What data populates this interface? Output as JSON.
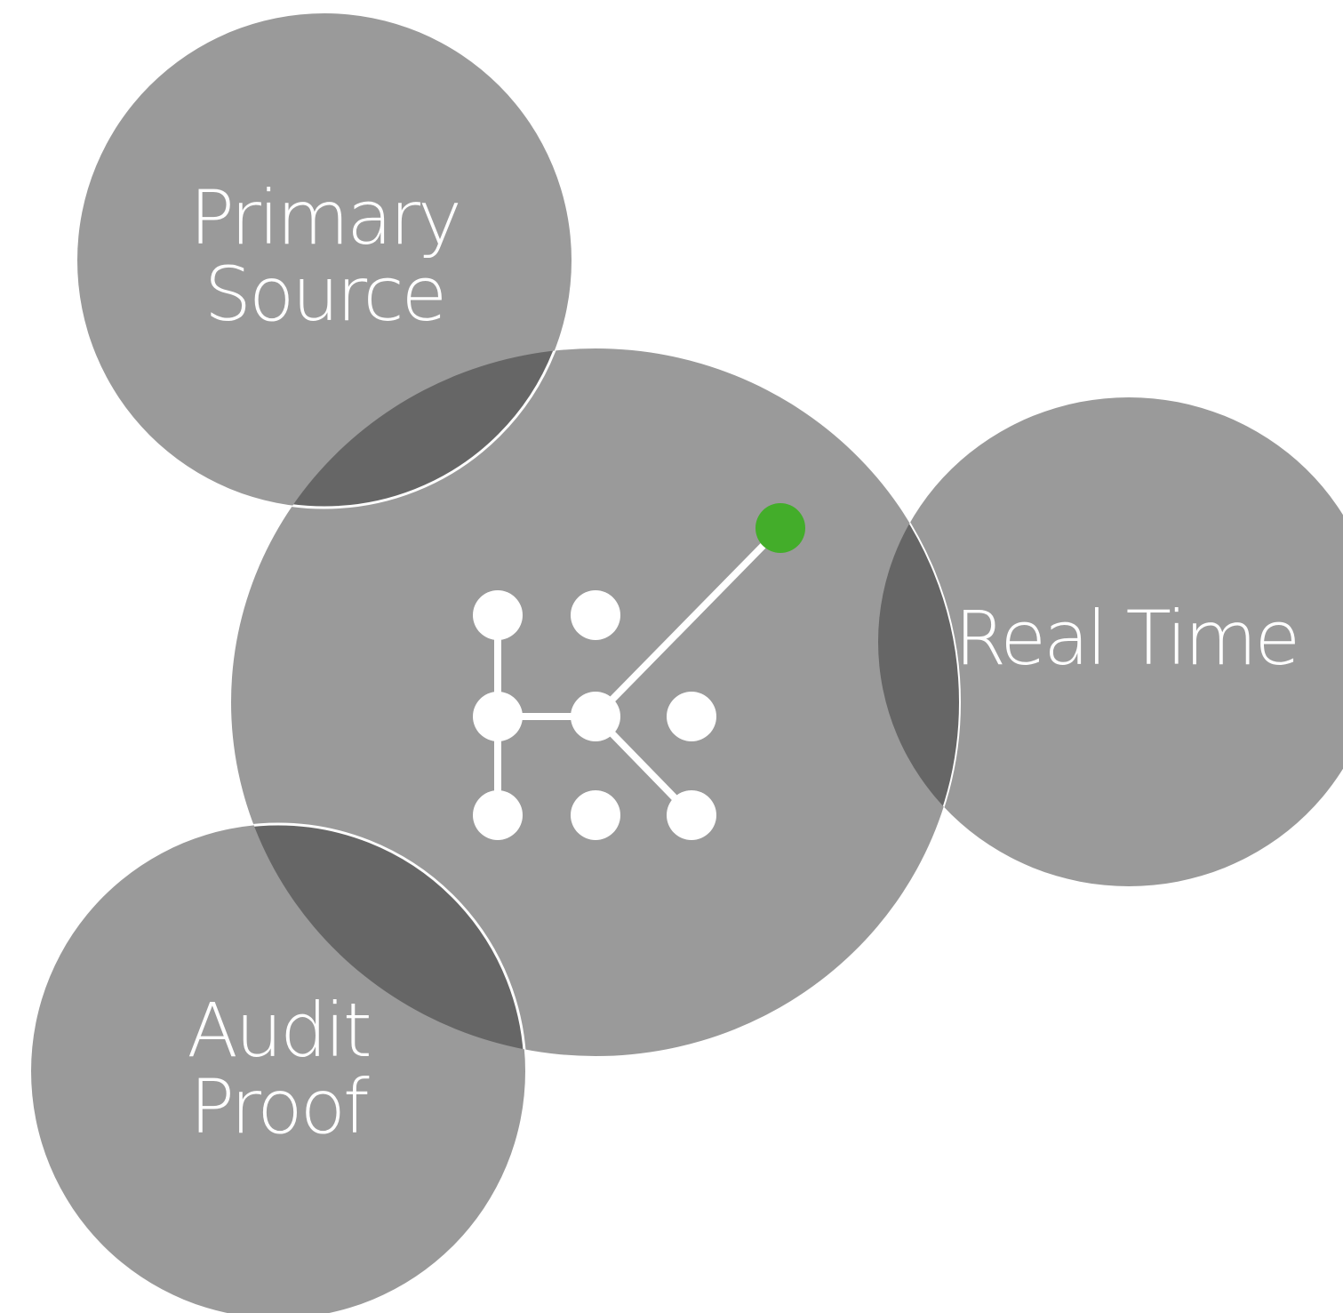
{
  "circles": {
    "primary_source": {
      "line1": "Primary",
      "line2": "Source"
    },
    "real_time": {
      "label": "Real Time"
    },
    "audit_proof": {
      "line1": "Audit",
      "line2": "Proof"
    }
  },
  "colors": {
    "circle_fill": "#9a9a9a",
    "overlap_fill": "#666666",
    "outline": "#ffffff",
    "label": "#ffffff",
    "icon": "#ffffff",
    "icon_accent": "#43ad2a"
  },
  "icon": {
    "name": "network-node-icon"
  }
}
